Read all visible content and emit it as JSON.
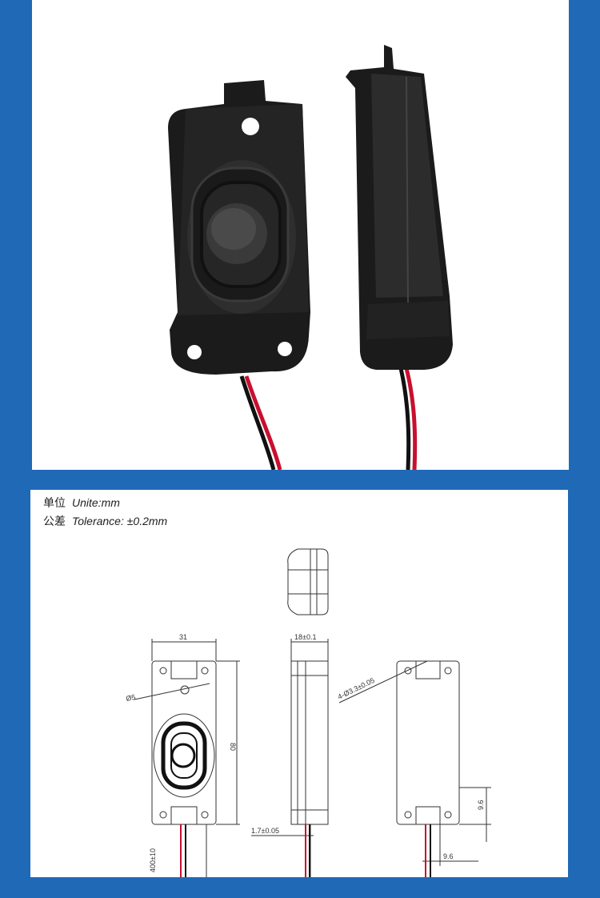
{
  "header": {
    "unit_zh": "单位",
    "unit_en": "Unite:mm",
    "tolerance_zh": "公差",
    "tolerance_en": "Tolerance: ±0.2mm"
  },
  "dimensions": {
    "width": "31",
    "height": "80",
    "depth": "18±0.1",
    "top_hole": "Ø5",
    "mount_holes": "4-Ø3.3±0.05",
    "wall": "1.7±0.05",
    "cable_length": "400±10",
    "hole_offset_y": "9.6",
    "hole_offset_x": "9.6"
  },
  "colors": {
    "background": "#1f69b6",
    "panel": "#ffffff",
    "speaker_body": "#1b1b1b",
    "wire_red": "#c8102e",
    "wire_black": "#111111"
  }
}
